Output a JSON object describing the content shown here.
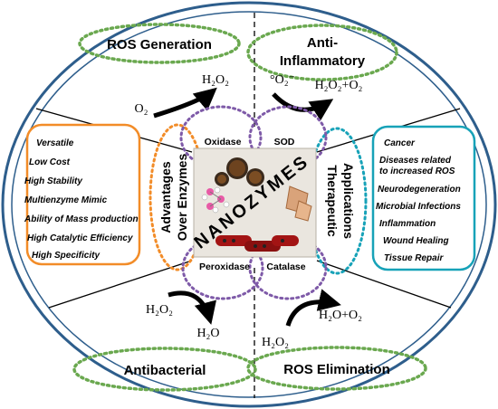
{
  "sections": {
    "ros_generation": {
      "label": "ROS Generation",
      "substrate": "O₂",
      "product": "H₂O₂"
    },
    "anti_inflammatory": {
      "label_line1": "Anti-",
      "label_line2": "Inflammatory",
      "substrate": "°O₂⁻",
      "product": "H₂O₂+O₂"
    },
    "antibacterial": {
      "label": "Antibacterial",
      "substrate": "H₂O₂",
      "product": "H₂O"
    },
    "ros_elimination": {
      "label": "ROS Elimination",
      "substrate": "H₂O₂",
      "product": "H₂O+O₂"
    }
  },
  "enzyme_labels": {
    "oxidase": "Oxidase",
    "sod": "SOD",
    "peroxidase": "Peroxidase",
    "catalase": "Catalase"
  },
  "center": {
    "title": "NANOZYMES"
  },
  "advantages": {
    "title_line1": "Advantages",
    "title_line2": "Over Enzymes",
    "items": [
      "Versatile",
      "Low Cost",
      "High Stability",
      "Multienzyme Mimic",
      "Ability of Mass production",
      "High Catalytic   Efficiency",
      "High Specificity"
    ]
  },
  "therapeutic": {
    "title_line1": "Therapeutic",
    "title_line2": "Applications",
    "items": [
      "Cancer",
      "Diseases related",
      "to increased ROS",
      "Neurodegeneration",
      "Microbial Infections",
      "Inflammation",
      "Wound Healing",
      "Tissue Repair"
    ]
  },
  "colors": {
    "outer_ring": "#2e5e8c",
    "green_dotted": "#6aa84f",
    "purple_dotted": "#7e5aa8",
    "orange": "#f28c28",
    "teal": "#17a2b8",
    "arrow": "#000000",
    "text": "#000000"
  }
}
